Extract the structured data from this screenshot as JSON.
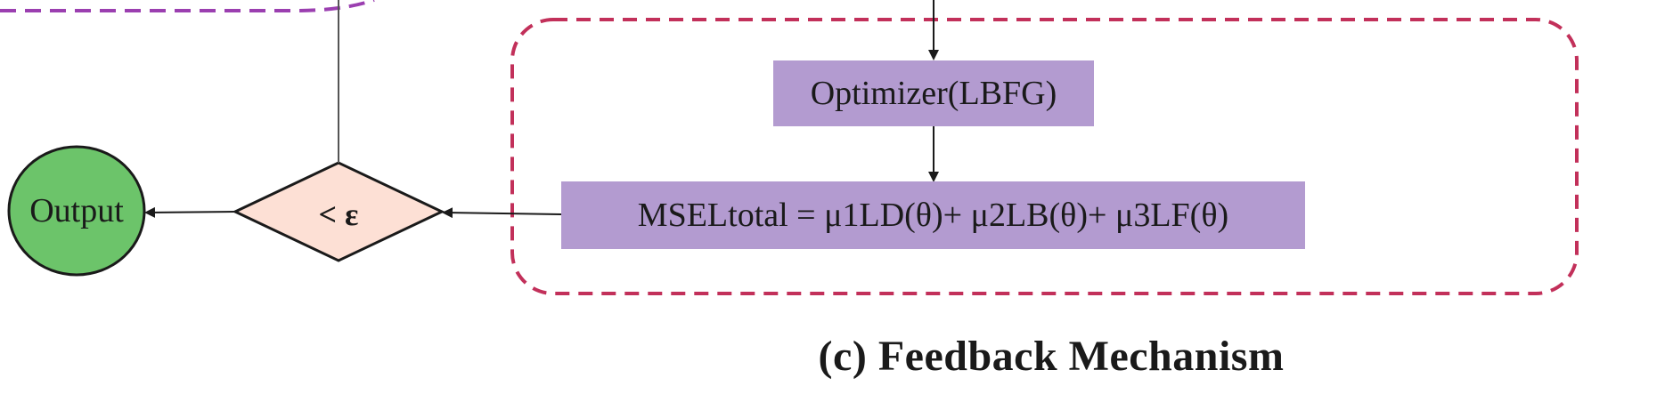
{
  "diagram": {
    "optimizer_node": {
      "label": "Optimizer(LBFG)",
      "fill": "#b39bd0"
    },
    "loss_node": {
      "label": "MSELtotal = μ1LD(θ)+ μ2LB(θ)+ μ3LF(θ)",
      "fill": "#b39bd0"
    },
    "decision_node": {
      "label": "< ε",
      "fill": "#fde0d5"
    },
    "output_node": {
      "label": "Output",
      "fill": "#6cc46a"
    },
    "feedback_group": {
      "border_color": "#c2305a"
    },
    "upper_group": {
      "border_color": "#9b3fb0"
    },
    "caption": "(c) Feedback Mechanism"
  }
}
